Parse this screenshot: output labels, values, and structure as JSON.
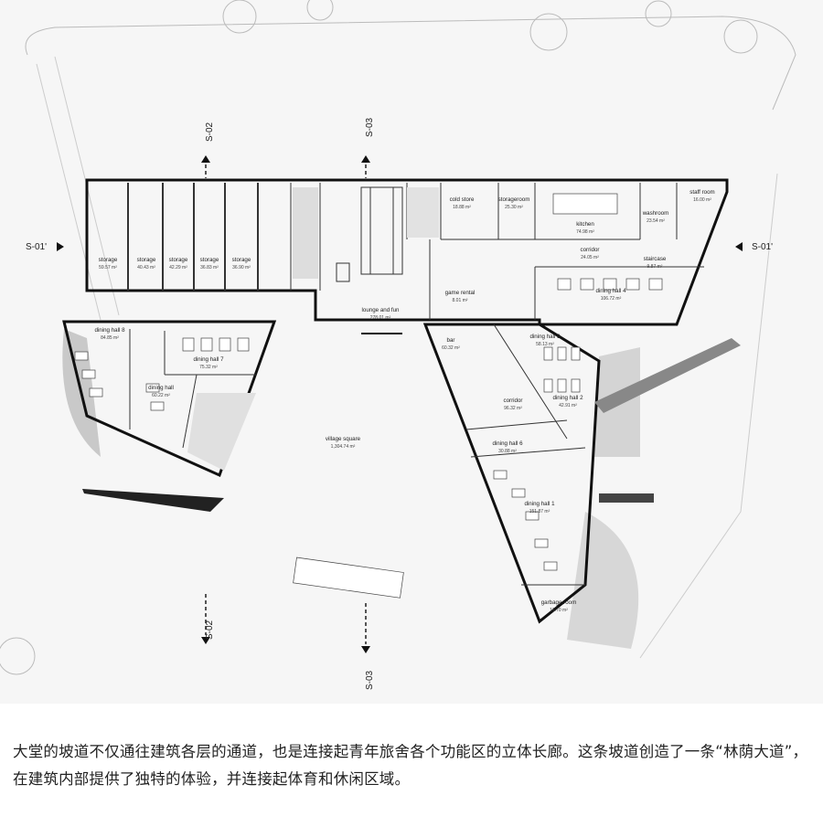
{
  "plan": {
    "sections": {
      "s02_top": "S-02",
      "s03_top": "S-03",
      "s01_left": "S-01'",
      "s01_right": "S-01'",
      "s02_bottom": "S-02",
      "s03_bottom": "S-03"
    },
    "rooms": {
      "storage1": {
        "name": "storage",
        "area": "59.57 m²"
      },
      "storage2": {
        "name": "storage",
        "area": "40.43 m²"
      },
      "storage3": {
        "name": "storage",
        "area": "42.29 m²"
      },
      "storage4": {
        "name": "storage",
        "area": "36.83 m²"
      },
      "storage5": {
        "name": "storage",
        "area": "36.90 m²"
      },
      "cold_store": {
        "name": "cold store",
        "area": "18.88 m²"
      },
      "storageroom": {
        "name": "storageroom",
        "area": "25.30 m²"
      },
      "kitchen": {
        "name": "kitchen",
        "area": "74.98 m²"
      },
      "washroom": {
        "name": "washroom",
        "area": "23.54 m²"
      },
      "staff_room": {
        "name": "staff room",
        "area": "16.00 m²"
      },
      "corridor_top": {
        "name": "corridor",
        "area": "24.05 m²"
      },
      "staircase": {
        "name": "staircase",
        "area": "9.87 m²"
      },
      "dining4": {
        "name": "dining hall 4",
        "area": "106.72 m²"
      },
      "game_rental": {
        "name": "game rental",
        "area": "8.01 m²"
      },
      "lounge": {
        "name": "lounge and fun",
        "area": "278.01 m²"
      },
      "dining8": {
        "name": "dining hall 8",
        "area": "84.85 m²"
      },
      "dining7": {
        "name": "dining hall 7",
        "area": "75.32 m²"
      },
      "dining_hall": {
        "name": "dining hall",
        "area": "60.22 m²"
      },
      "bar": {
        "name": "bar",
        "area": "60.32 m²"
      },
      "dining3": {
        "name": "dining hall 3",
        "area": "58.13 m²"
      },
      "dining2": {
        "name": "dining hall 2",
        "area": "42.91 m²"
      },
      "corridor_mid": {
        "name": "corridor",
        "area": "96.32 m²"
      },
      "dining6": {
        "name": "dining hall 6",
        "area": "30.88 m²"
      },
      "dining1": {
        "name": "dining hall 1",
        "area": "151.87 m²"
      },
      "garbage": {
        "name": "garbage room",
        "area": "17.70 m²"
      },
      "village_square": {
        "name": "village square",
        "area": "1,304.74 m²"
      }
    }
  },
  "caption": "大堂的坡道不仅通往建筑各层的通道，也是连接起青年旅舍各个功能区的立体长廊。这条坡道创造了一条“林荫大道”，在建筑内部提供了独特的体验，并连接起体育和休闲区域。"
}
